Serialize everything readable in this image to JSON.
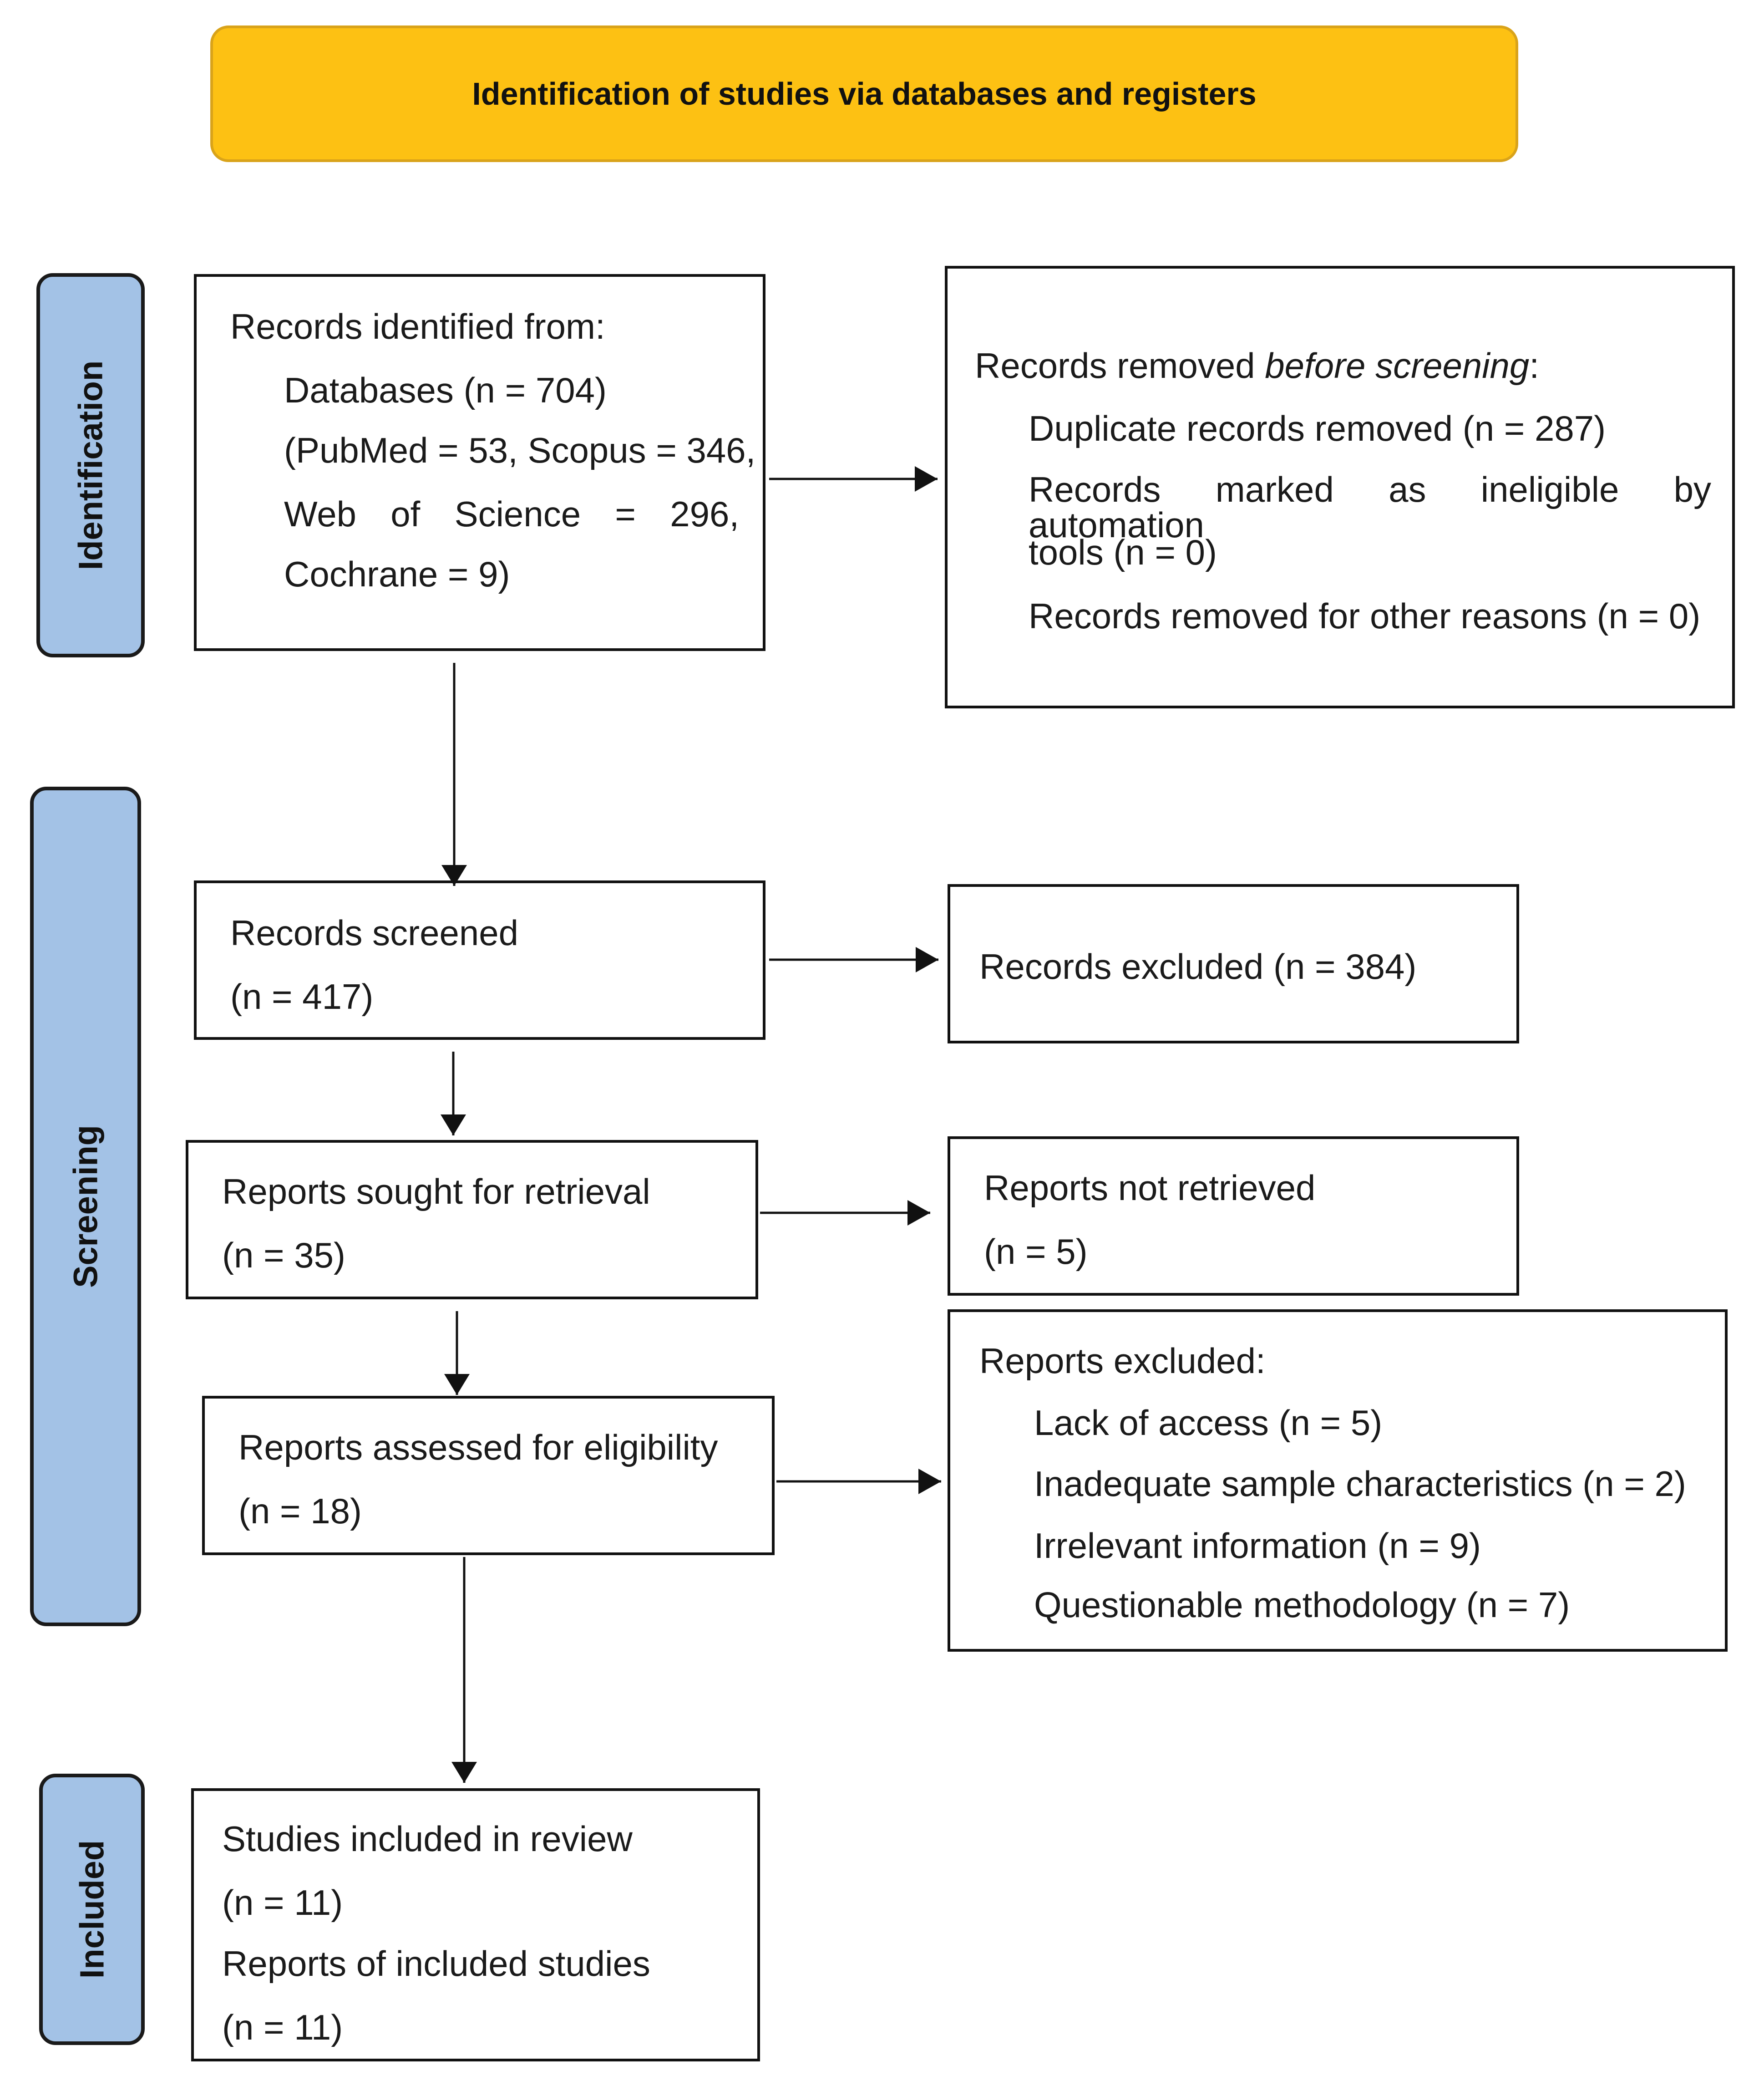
{
  "header": {
    "title": "Identification of studies via databases and registers"
  },
  "phases": {
    "identification": "Identification",
    "screening": "Screening",
    "included": "Included"
  },
  "records_identified": {
    "heading": "Records identified from:",
    "databases": "Databases (n = 704)",
    "breakdown_1": "(PubMed = 53, Scopus = 346,",
    "breakdown_2": "Web of Science = 296,",
    "breakdown_3": "Cochrane = 9)"
  },
  "records_removed": {
    "heading_prefix": "Records removed ",
    "heading_italic": "before screening",
    "heading_suffix": ":",
    "duplicates": "Duplicate records removed (n = 287)",
    "automation_1": "Records marked as ineligible by automation",
    "automation_2": "tools (n = 0)",
    "other": "Records removed for other reasons (n = 0)"
  },
  "records_screened": {
    "label": "Records screened",
    "count": "(n = 417)"
  },
  "records_excluded": {
    "label": "Records excluded (n = 384)"
  },
  "reports_sought": {
    "label": "Reports sought for retrieval",
    "count": "(n = 35)"
  },
  "reports_not_retrieved": {
    "label": "Reports not retrieved",
    "count": "(n = 5)"
  },
  "reports_assessed": {
    "label": "Reports assessed for eligibility",
    "count": "(n = 18)"
  },
  "reports_excluded": {
    "heading": "Reports excluded:",
    "reasons": [
      "Lack of access (n = 5)",
      "Inadequate sample characteristics (n = 2)",
      "Irrelevant information (n = 9)",
      "Questionable methodology (n = 7)"
    ]
  },
  "included": {
    "studies_label": "Studies included in review",
    "studies_count": "(n = 11)",
    "reports_label": "Reports of included studies",
    "reports_count": "(n = 11)"
  },
  "colors": {
    "header_fill": "#FDC113",
    "phase_fill": "#A3C2E6",
    "line": "#111111"
  }
}
